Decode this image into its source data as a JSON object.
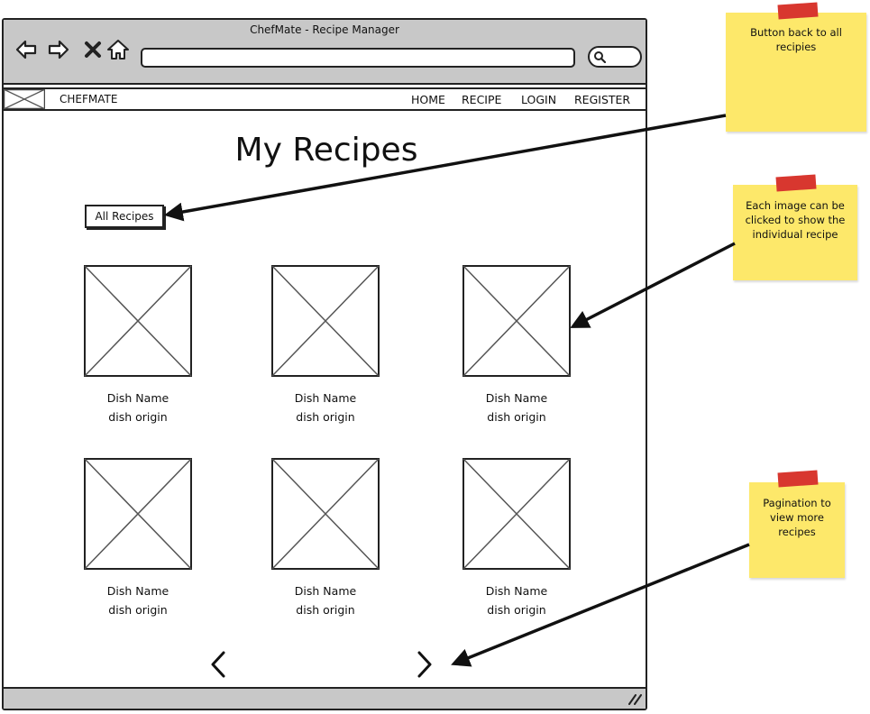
{
  "window": {
    "title": "ChefMate - Recipe Manager"
  },
  "navbar": {
    "brand": "CHEFMATE",
    "links": [
      "HOME",
      "RECIPE",
      "LOGIN",
      "REGISTER"
    ]
  },
  "page": {
    "title": "My Recipes",
    "all_recipes_label": "All Recipes",
    "recipes": [
      {
        "name": "Dish Name",
        "origin": "dish origin"
      },
      {
        "name": "Dish Name",
        "origin": "dish origin"
      },
      {
        "name": "Dish Name",
        "origin": "dish origin"
      },
      {
        "name": "Dish Name",
        "origin": "dish origin"
      },
      {
        "name": "Dish Name",
        "origin": "dish origin"
      },
      {
        "name": "Dish Name",
        "origin": "dish origin"
      }
    ]
  },
  "notes": [
    {
      "text": "Button back to all recipies"
    },
    {
      "text": "Each image can be clicked to show the individual recipe"
    },
    {
      "text": "Pagination to view more recipes"
    }
  ],
  "colors": {
    "note": "#fde86a",
    "tape": "#d8372f",
    "chrome": "#c8c8c8",
    "line": "#222222"
  }
}
